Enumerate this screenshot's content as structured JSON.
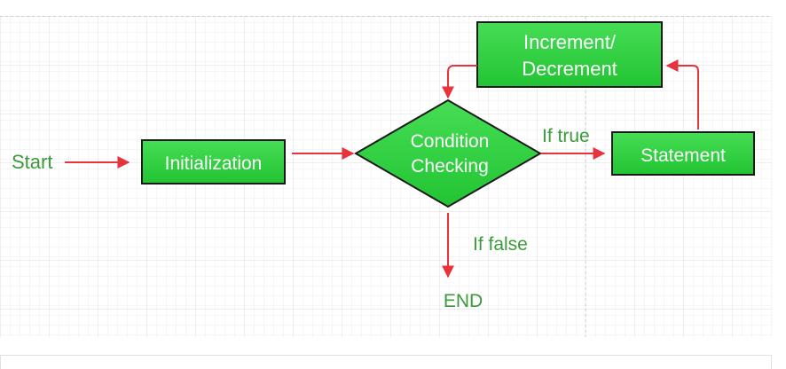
{
  "diagram": {
    "start_label": "Start",
    "initialization_label": "Initialization",
    "condition_line1": "Condition",
    "condition_line2": "Checking",
    "if_true_label": "If true",
    "statement_label": "Statement",
    "increment_line1": "Increment/",
    "increment_line2": "Decrement",
    "if_false_label": "If false",
    "end_label": "END"
  },
  "colors": {
    "node_fill": "#2ecc40",
    "node_fill_light": "#4ce35a",
    "node_border": "#1a1a1a",
    "node_text": "#ffffff",
    "arrow": "#e8323c",
    "label_text": "#3c9a3c",
    "grid_line": "#e6e6e6",
    "dashed_guide": "#c8c8c8"
  }
}
